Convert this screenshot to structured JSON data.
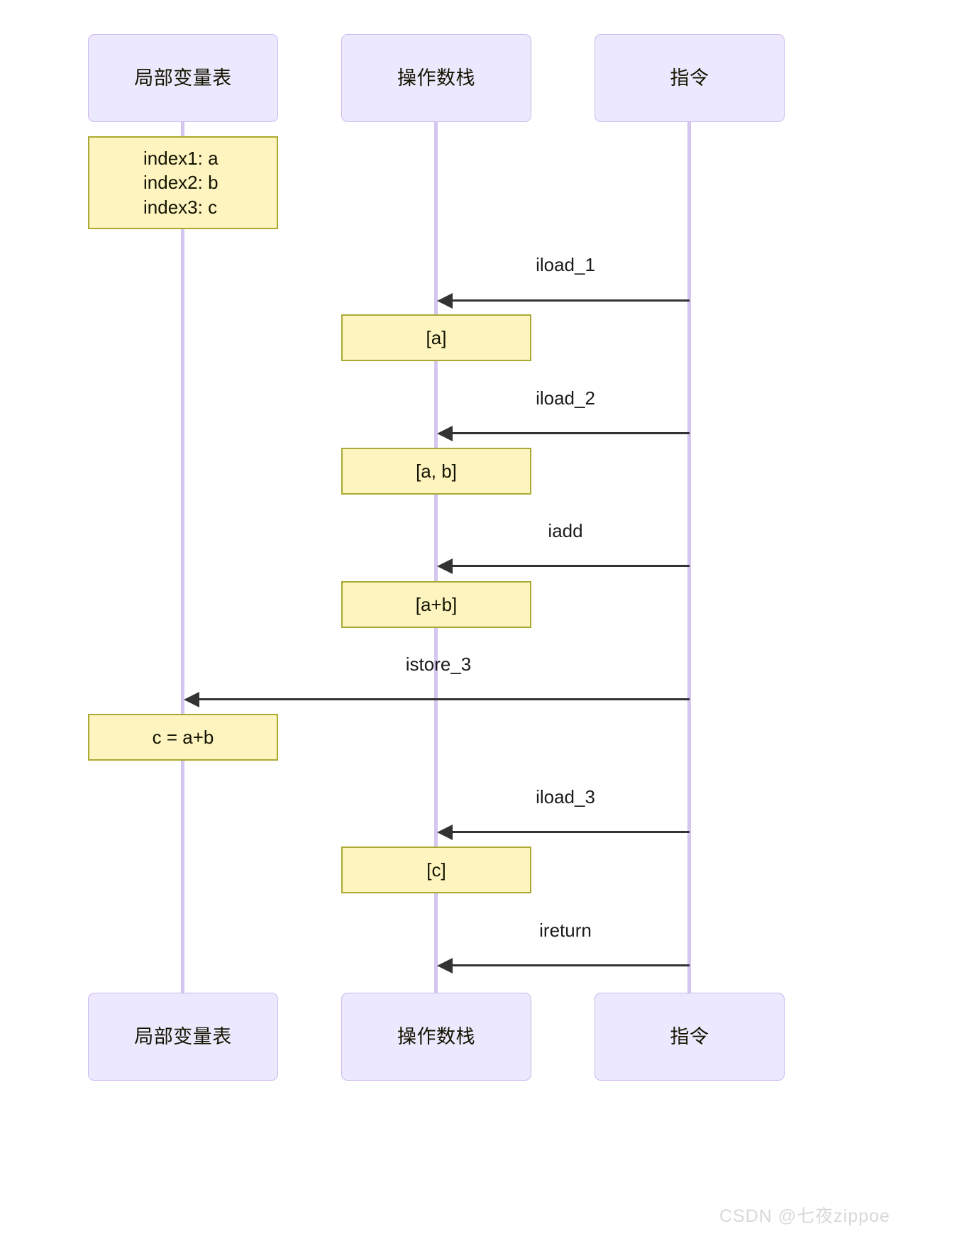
{
  "diagram": {
    "kind": "sequence-diagram",
    "background": "#ffffff",
    "colors": {
      "actor_fill": "#ece8fd",
      "actor_border": "#ceb9ef",
      "lifeline": "#d3c6ef",
      "note_fill": "#fdf4c0",
      "note_border": "#aaaa33",
      "arrow": "#333333",
      "text": "#131300",
      "watermark": "#d8d8dc"
    }
  },
  "actors": [
    {
      "id": "locals",
      "label": "局部变量表"
    },
    {
      "id": "stack",
      "label": "操作数栈"
    },
    {
      "id": "instr",
      "label": "指令"
    }
  ],
  "actors_bottom": [
    {
      "id": "locals",
      "label": "局部变量表"
    },
    {
      "id": "stack",
      "label": "操作数栈"
    },
    {
      "id": "instr",
      "label": "指令"
    }
  ],
  "notes": [
    {
      "id": "note-locals-init",
      "owner": "locals",
      "lines": [
        "index1: a",
        "index2: b",
        "index3: c"
      ]
    },
    {
      "id": "note-stack-a",
      "owner": "stack",
      "lines": [
        "[a]"
      ]
    },
    {
      "id": "note-stack-ab",
      "owner": "stack",
      "lines": [
        "[a, b]"
      ]
    },
    {
      "id": "note-stack-apb",
      "owner": "stack",
      "lines": [
        "[a+b]"
      ]
    },
    {
      "id": "note-locals-c",
      "owner": "locals",
      "lines": [
        "c = a+b"
      ]
    },
    {
      "id": "note-stack-c",
      "owner": "stack",
      "lines": [
        "[c]"
      ]
    }
  ],
  "messages": [
    {
      "id": "m1",
      "label": "iload_1",
      "from": "instr",
      "to": "stack"
    },
    {
      "id": "m2",
      "label": "iload_2",
      "from": "instr",
      "to": "stack"
    },
    {
      "id": "m3",
      "label": "iadd",
      "from": "instr",
      "to": "stack"
    },
    {
      "id": "m4",
      "label": "istore_3",
      "from": "instr",
      "to": "locals"
    },
    {
      "id": "m5",
      "label": "iload_3",
      "from": "instr",
      "to": "stack"
    },
    {
      "id": "m6",
      "label": "ireturn",
      "from": "instr",
      "to": "stack"
    }
  ],
  "watermark": {
    "text": "CSDN @七夜zippoe"
  }
}
